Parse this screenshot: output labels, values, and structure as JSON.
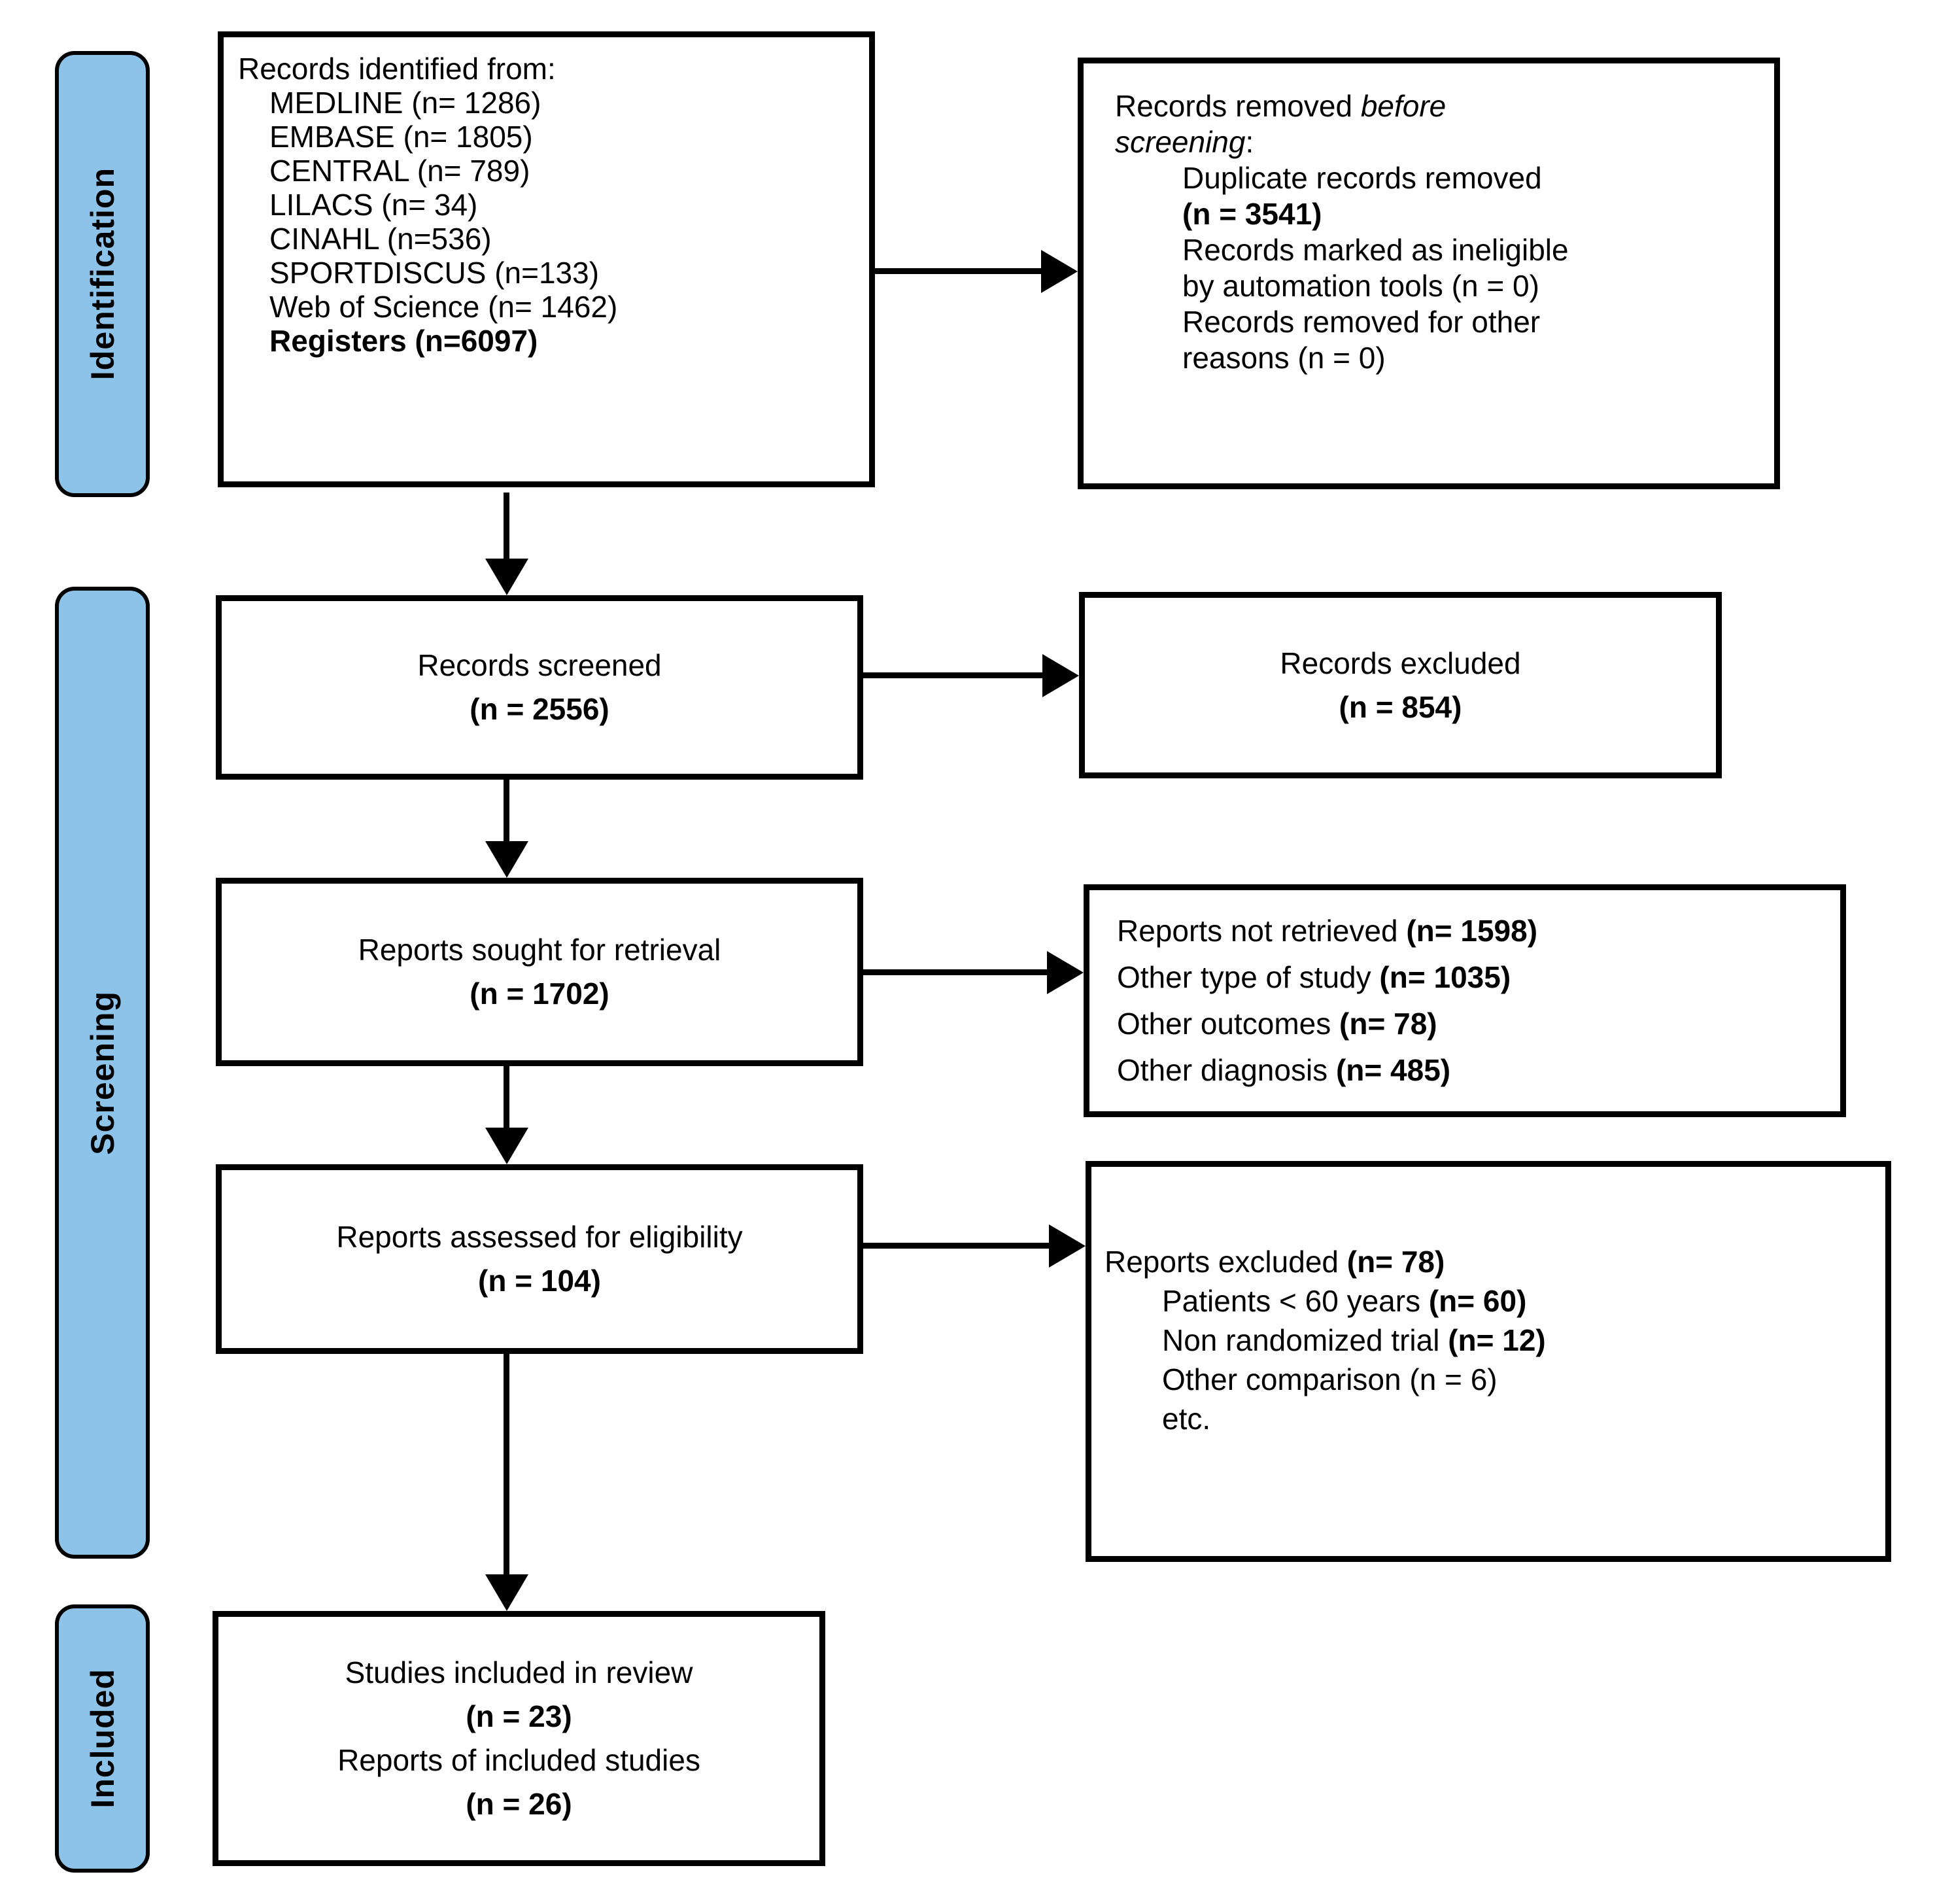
{
  "colors": {
    "stage_fill": "#8DC3E8",
    "line": "#000000",
    "box_fill": "#FFFFFF"
  },
  "stages": {
    "identification": "Identification",
    "screening": "Screening",
    "included": "Included"
  },
  "boxes": {
    "identified": {
      "lines": [
        {
          "indent": 0,
          "segments": [
            {
              "text": "Records identified from:"
            }
          ]
        },
        {
          "indent": 1,
          "segments": [
            {
              "text": "MEDLINE (n= 1286)"
            }
          ]
        },
        {
          "indent": 1,
          "segments": [
            {
              "text": "EMBASE (n= 1805)"
            }
          ]
        },
        {
          "indent": 1,
          "segments": [
            {
              "text": "CENTRAL (n= 789)"
            }
          ]
        },
        {
          "indent": 1,
          "segments": [
            {
              "text": "LILACS (n= 34)"
            }
          ]
        },
        {
          "indent": 1,
          "segments": [
            {
              "text": "CINAHL (n=536)"
            }
          ]
        },
        {
          "indent": 1,
          "segments": [
            {
              "text": "SPORTDISCUS (n=133)"
            }
          ]
        },
        {
          "indent": 1,
          "segments": [
            {
              "text": "Web of Science (n= 1462)"
            }
          ]
        },
        {
          "indent": 1,
          "segments": [
            {
              "text": "Registers (n=6097)",
              "bold": true
            }
          ]
        }
      ]
    },
    "removed_before_screening": {
      "lines": [
        {
          "indent": 0,
          "segments": [
            {
              "text": "Records removed "
            },
            {
              "text": "before",
              "italic": true
            }
          ]
        },
        {
          "indent": 0,
          "segments": [
            {
              "text": "screening",
              "italic": true
            },
            {
              "text": ":"
            }
          ]
        },
        {
          "indent": 1,
          "segments": [
            {
              "text": "Duplicate records removed"
            }
          ]
        },
        {
          "indent": 1,
          "segments": [
            {
              "text": "(n = 3541)",
              "bold": true
            }
          ]
        },
        {
          "indent": 1,
          "segments": [
            {
              "text": "Records marked as ineligible"
            }
          ]
        },
        {
          "indent": 1,
          "segments": [
            {
              "text": "by automation tools (n = 0)"
            }
          ]
        },
        {
          "indent": 1,
          "segments": [
            {
              "text": "Records removed for other"
            }
          ]
        },
        {
          "indent": 1,
          "segments": [
            {
              "text": "reasons (n = 0)"
            }
          ]
        }
      ]
    },
    "screened": {
      "lines": [
        {
          "indent": 0,
          "segments": [
            {
              "text": "Records screened"
            }
          ]
        },
        {
          "indent": 0,
          "segments": [
            {
              "text": "(n = 2556)",
              "bold": true
            }
          ]
        }
      ]
    },
    "excluded": {
      "lines": [
        {
          "indent": 0,
          "segments": [
            {
              "text": "Records excluded"
            }
          ]
        },
        {
          "indent": 0,
          "segments": [
            {
              "text": "(n = 854)",
              "bold": true
            }
          ]
        }
      ]
    },
    "sought": {
      "lines": [
        {
          "indent": 0,
          "segments": [
            {
              "text": "Reports sought for retrieval"
            }
          ]
        },
        {
          "indent": 0,
          "segments": [
            {
              "text": "(n = 1702)",
              "bold": true
            }
          ]
        }
      ]
    },
    "not_retrieved": {
      "lines": [
        {
          "indent": 0,
          "segments": [
            {
              "text": "Reports not retrieved "
            },
            {
              "text": "(n= 1598)",
              "bold": true
            }
          ]
        },
        {
          "indent": 0,
          "segments": [
            {
              "text": "Other type of study "
            },
            {
              "text": "(n= 1035)",
              "bold": true
            }
          ]
        },
        {
          "indent": 0,
          "segments": [
            {
              "text": "Other outcomes "
            },
            {
              "text": "(n= 78)",
              "bold": true
            }
          ]
        },
        {
          "indent": 0,
          "segments": [
            {
              "text": "Other diagnosis "
            },
            {
              "text": "(n= 485)",
              "bold": true
            }
          ]
        }
      ]
    },
    "assessed": {
      "lines": [
        {
          "indent": 0,
          "segments": [
            {
              "text": "Reports assessed for eligibility"
            }
          ]
        },
        {
          "indent": 0,
          "segments": [
            {
              "text": "(n = 104)",
              "bold": true
            }
          ]
        }
      ]
    },
    "reports_excluded": {
      "lines": [
        {
          "indent": 0,
          "segments": [
            {
              "text": "Reports excluded "
            },
            {
              "text": "(n= 78)",
              "bold": true
            }
          ]
        },
        {
          "indent": 1,
          "segments": [
            {
              "text": "Patients < 60 years "
            },
            {
              "text": "(n= 60)",
              "bold": true
            }
          ]
        },
        {
          "indent": 1,
          "segments": [
            {
              "text": "Non randomized trial "
            },
            {
              "text": "(n= 12)",
              "bold": true
            }
          ]
        },
        {
          "indent": 1,
          "segments": [
            {
              "text": "Other comparison (n = 6)"
            }
          ]
        },
        {
          "indent": 1,
          "segments": [
            {
              "text": "etc."
            }
          ]
        }
      ]
    },
    "included_studies": {
      "lines": [
        {
          "indent": 0,
          "segments": [
            {
              "text": "Studies included in review"
            }
          ]
        },
        {
          "indent": 0,
          "segments": [
            {
              "text": "(n = 23)",
              "bold": true
            }
          ]
        },
        {
          "indent": 0,
          "segments": [
            {
              "text": "Reports of included studies"
            }
          ]
        },
        {
          "indent": 0,
          "segments": [
            {
              "text": "(n = 26)",
              "bold": true
            }
          ]
        }
      ]
    }
  }
}
